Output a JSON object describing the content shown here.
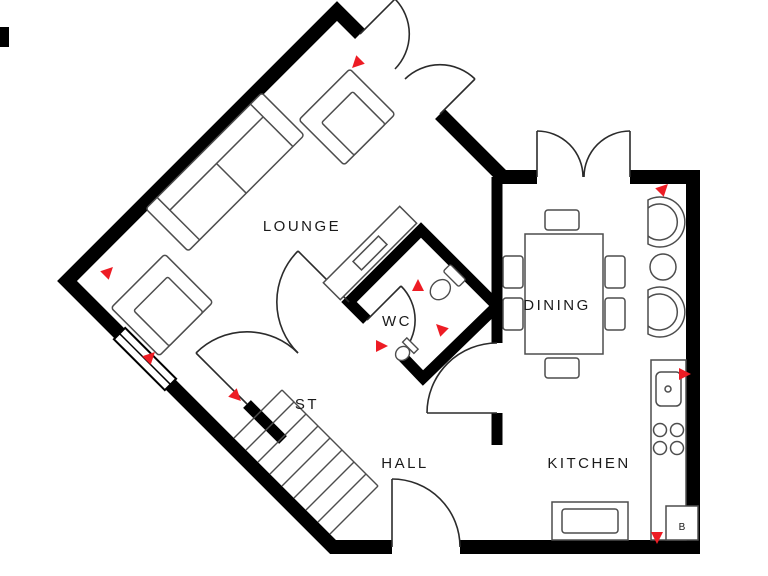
{
  "plan": {
    "rooms": {
      "lounge": "LOUNGE",
      "wc": "WC",
      "dining": "DINING",
      "store": "ST",
      "hall": "HALL",
      "kitchen": "KITCHEN",
      "boiler": "B"
    }
  },
  "colors": {
    "wall": "#000000",
    "door_line": "#2b2b2b",
    "furniture_line": "#4d4d4d",
    "marker": "#ed1c24",
    "label": "#1a1a1a",
    "background": "#ffffff"
  },
  "markers": {
    "shape": "triangle",
    "count": 10
  }
}
